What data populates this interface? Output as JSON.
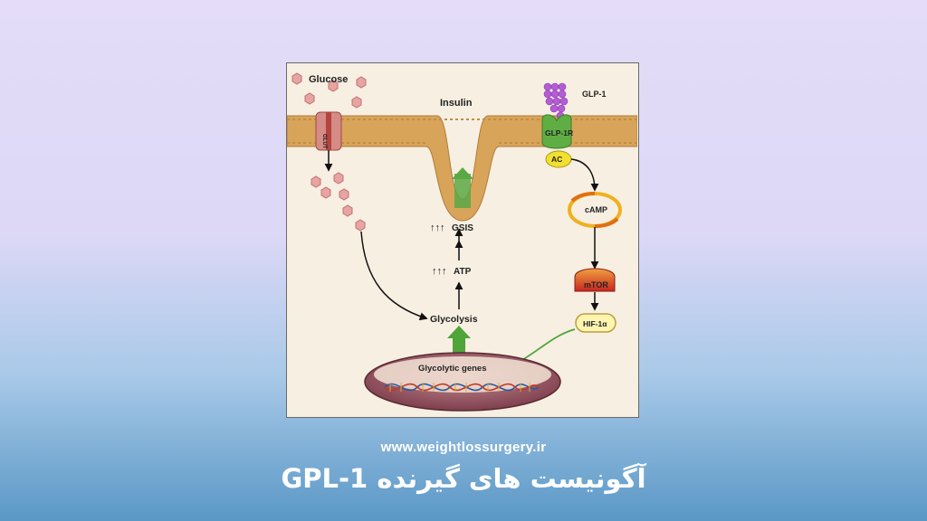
{
  "diagram": {
    "labels": {
      "glucose": "Glucose",
      "insulin": "Insulin",
      "glp1": "GLP-1",
      "glp1r": "GLP-1R",
      "ac": "AC",
      "camp": "cAMP",
      "mtor": "mTOR",
      "hif1a": "HIF-1α",
      "gsis": "GSIS",
      "atp": "ATP",
      "glycolysis": "Glycolysis",
      "glycolytic_genes": "Glycolytic genes",
      "glut": "GLUT"
    },
    "colors": {
      "membrane": "#d8a45a",
      "glucose": "#e8a3a3",
      "glp1": "#b45cd6",
      "receptor": "#5fae44",
      "ac": "#f0e030",
      "mtor": "#c8271f",
      "hif": "#fff4b0",
      "nucleus": "#9c5f6b",
      "green_arrow": "#4fa43a"
    }
  },
  "footer": {
    "website": "www.weightlossurgery.ir",
    "title": "آگونیست های گیرنده GPL-1"
  }
}
